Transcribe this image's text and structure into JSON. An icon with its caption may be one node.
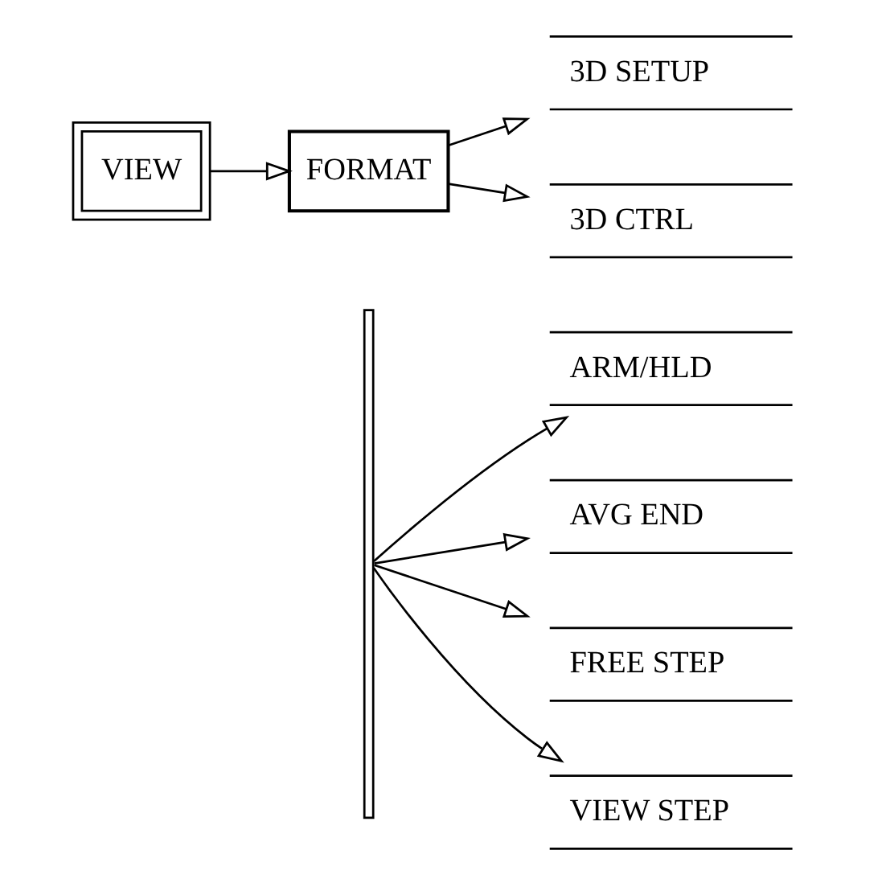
{
  "diagram": {
    "nodes": [
      {
        "text": [
          "VIEW"
        ]
      },
      {
        "text": [
          "FORMAT"
        ]
      },
      {
        "text": [
          "3D SETUP"
        ]
      },
      {
        "text": [
          "3D CTRL"
        ]
      },
      {
        "text": [
          "ARM/HLD"
        ]
      },
      {
        "text": [
          "AVG END"
        ]
      },
      {
        "text": [
          "FREE STEP"
        ]
      },
      {
        "text": [
          "VIEW STEP"
        ]
      },
      {
        "text": [],
        "shape": "bar"
      }
    ],
    "edges": [
      {
        "from": 0,
        "to": 1,
        "arrow": "to"
      },
      {
        "from": 1,
        "to": 2,
        "arrow": "to"
      },
      {
        "from": 1,
        "to": 3,
        "arrow": "to"
      },
      {
        "from": 8,
        "to": 4,
        "arrow": "to"
      },
      {
        "from": 8,
        "to": 5,
        "arrow": "to"
      },
      {
        "from": 8,
        "to": 6,
        "arrow": "to"
      },
      {
        "from": 8,
        "to": 7,
        "arrow": "to"
      }
    ]
  }
}
